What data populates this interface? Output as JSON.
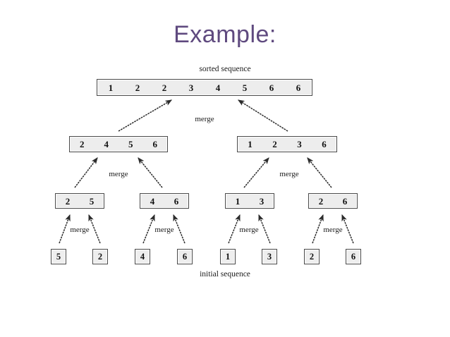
{
  "slide": {
    "title": "Example:",
    "title_color": "#5f4a7f",
    "background": "#ffffff"
  },
  "diagram": {
    "type": "merge-sort-tree",
    "top_caption": "sorted sequence",
    "bottom_caption": "initial sequence",
    "merge_label": "merge",
    "box_fill": "#ededed",
    "box_border": "#4a4a4a",
    "levels": [
      {
        "name": "sorted-sequence",
        "boxes": [
          {
            "values": [
              "1",
              "2",
              "2",
              "3",
              "4",
              "5",
              "6",
              "6"
            ]
          }
        ]
      },
      {
        "name": "level-2",
        "boxes": [
          {
            "values": [
              "2",
              "4",
              "5",
              "6"
            ]
          },
          {
            "values": [
              "1",
              "2",
              "3",
              "6"
            ]
          }
        ]
      },
      {
        "name": "level-3",
        "boxes": [
          {
            "values": [
              "2",
              "5"
            ]
          },
          {
            "values": [
              "4",
              "6"
            ]
          },
          {
            "values": [
              "1",
              "3"
            ]
          },
          {
            "values": [
              "2",
              "6"
            ]
          }
        ]
      },
      {
        "name": "initial-sequence",
        "boxes": [
          {
            "values": [
              "5"
            ]
          },
          {
            "values": [
              "2"
            ]
          },
          {
            "values": [
              "4"
            ]
          },
          {
            "values": [
              "6"
            ]
          },
          {
            "values": [
              "1"
            ]
          },
          {
            "values": [
              "3"
            ]
          },
          {
            "values": [
              "2"
            ]
          },
          {
            "values": [
              "6"
            ]
          }
        ]
      }
    ],
    "merge_labels": [
      {
        "id": "merge-top",
        "text": "merge"
      },
      {
        "id": "merge-left-mid",
        "text": "merge"
      },
      {
        "id": "merge-right-mid",
        "text": "merge"
      },
      {
        "id": "merge-leaf-1",
        "text": "merge"
      },
      {
        "id": "merge-leaf-2",
        "text": "merge"
      },
      {
        "id": "merge-leaf-3",
        "text": "merge"
      },
      {
        "id": "merge-leaf-4",
        "text": "merge"
      }
    ]
  }
}
